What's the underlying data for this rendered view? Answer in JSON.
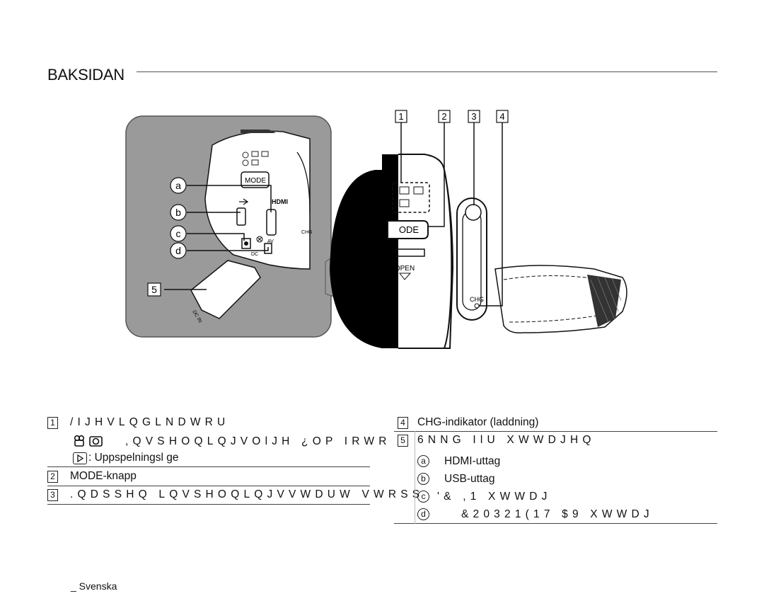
{
  "page": {
    "section_title": "BAKSIDAN",
    "footer": "_ Svenska"
  },
  "figure": {
    "callouts_top": [
      "1",
      "2",
      "3",
      "4"
    ],
    "callouts_left": [
      "a",
      "b",
      "c",
      "d"
    ],
    "callout_five": "5",
    "labels": {
      "mode": "MODE",
      "mode_short": "ODE",
      "open": "OPEN",
      "chg": "CHG",
      "hdmi": "HDMI",
      "dc": "DC",
      "av": "AV",
      "dc_in": "DC IN"
    }
  },
  "list_left": [
    {
      "num": "1",
      "text": "/IJHVLQGLNDWRU"
    },
    {
      "num": "",
      "text": ",QVSHOQLQJVOlJH ¿OP IRWR"
    },
    {
      "num": "",
      "text": ": Uppspelningsl ge"
    },
    {
      "num": "2",
      "text": "MODE-knapp"
    },
    {
      "num": "3",
      "text": ".QDSSHQ LQVSHOQLQJVVWDUW VWRSS"
    }
  ],
  "list_right": [
    {
      "num": "4",
      "text": "CHG-indikator (laddning)"
    },
    {
      "num": "5",
      "text": "6NNG IlU XWWDJHQ"
    },
    {
      "sub": "a",
      "text": "HDMI-uttag"
    },
    {
      "sub": "b",
      "text": "USB-uttag"
    },
    {
      "sub": "c",
      "text": "'& ,1 XWWDJ"
    },
    {
      "sub": "d",
      "text": "&20321(17 $9 XWWDJ"
    }
  ]
}
